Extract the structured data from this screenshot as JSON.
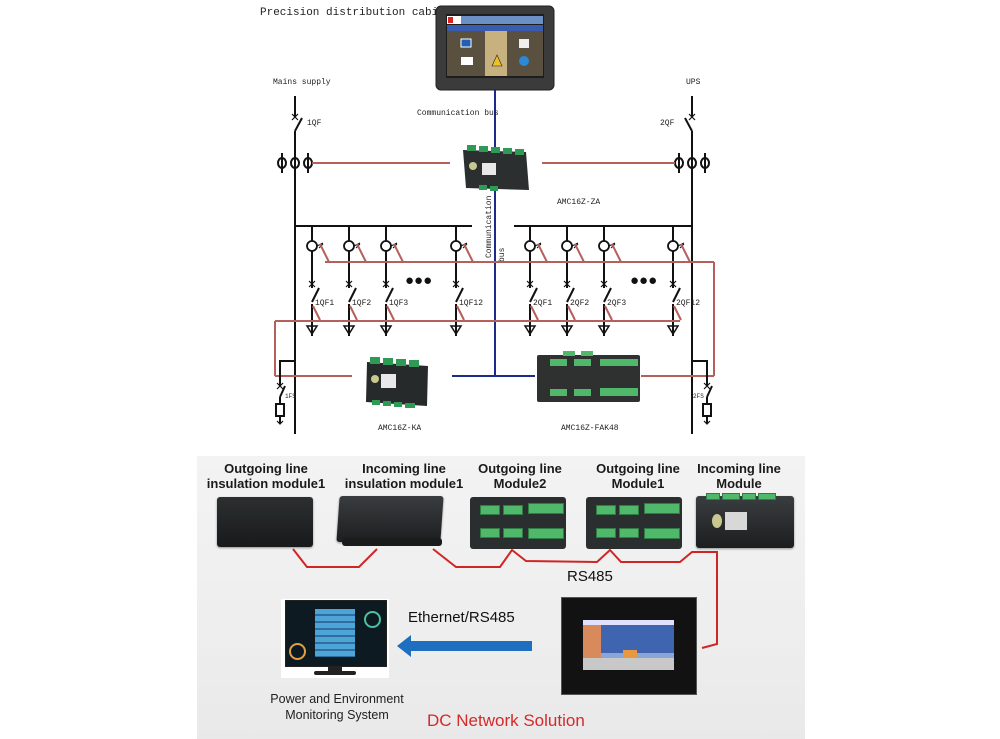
{
  "schematic": {
    "title": "Precision distribution cabinet",
    "sources": {
      "left": "Mains supply",
      "right": "UPS"
    },
    "main_breakers": {
      "left": "1QF",
      "right": "2QF"
    },
    "bus_label_top": "Communication bus",
    "bus_label_vertical": "Communication",
    "bus_label_vertical2": "bus",
    "devices": {
      "display": "touch-display-panel",
      "za": "AMC16Z-ZA",
      "ka": "AMC16Z-KA",
      "fak": "AMC16Z-FAK48"
    },
    "branch_breakers_left": [
      "1QF1",
      "1QF2",
      "1QF3",
      "1QF12"
    ],
    "branch_breakers_right": [
      "2QF1",
      "2QF2",
      "2QF3",
      "2QF12"
    ],
    "ellipsis": "●●●",
    "surge": {
      "left": "1FS",
      "right": "2FS"
    },
    "colors": {
      "wire": "#111111",
      "signal": "#b5605a",
      "comm_bus": "#1c2a8c"
    }
  },
  "network": {
    "modules": [
      {
        "line1": "Outgoing line",
        "line2": "insulation module1"
      },
      {
        "line1": "Incoming line",
        "line2": "insulation module1"
      },
      {
        "line1": "Outgoing line",
        "line2": "Module2"
      },
      {
        "line1": "Outgoing line",
        "line2": "Module1"
      },
      {
        "line1": "Incoming line",
        "line2": "Module"
      }
    ],
    "rs485_label": "RS485",
    "ethernet_label": "Ethernet/RS485",
    "monitor_caption_1": "Power and Environment",
    "monitor_caption_2": "Monitoring System",
    "solution_title": "DC Network Solution",
    "colors": {
      "rs485_line": "#d02525",
      "arrow": "#1e6fbf",
      "title": "#d42a2a"
    }
  }
}
